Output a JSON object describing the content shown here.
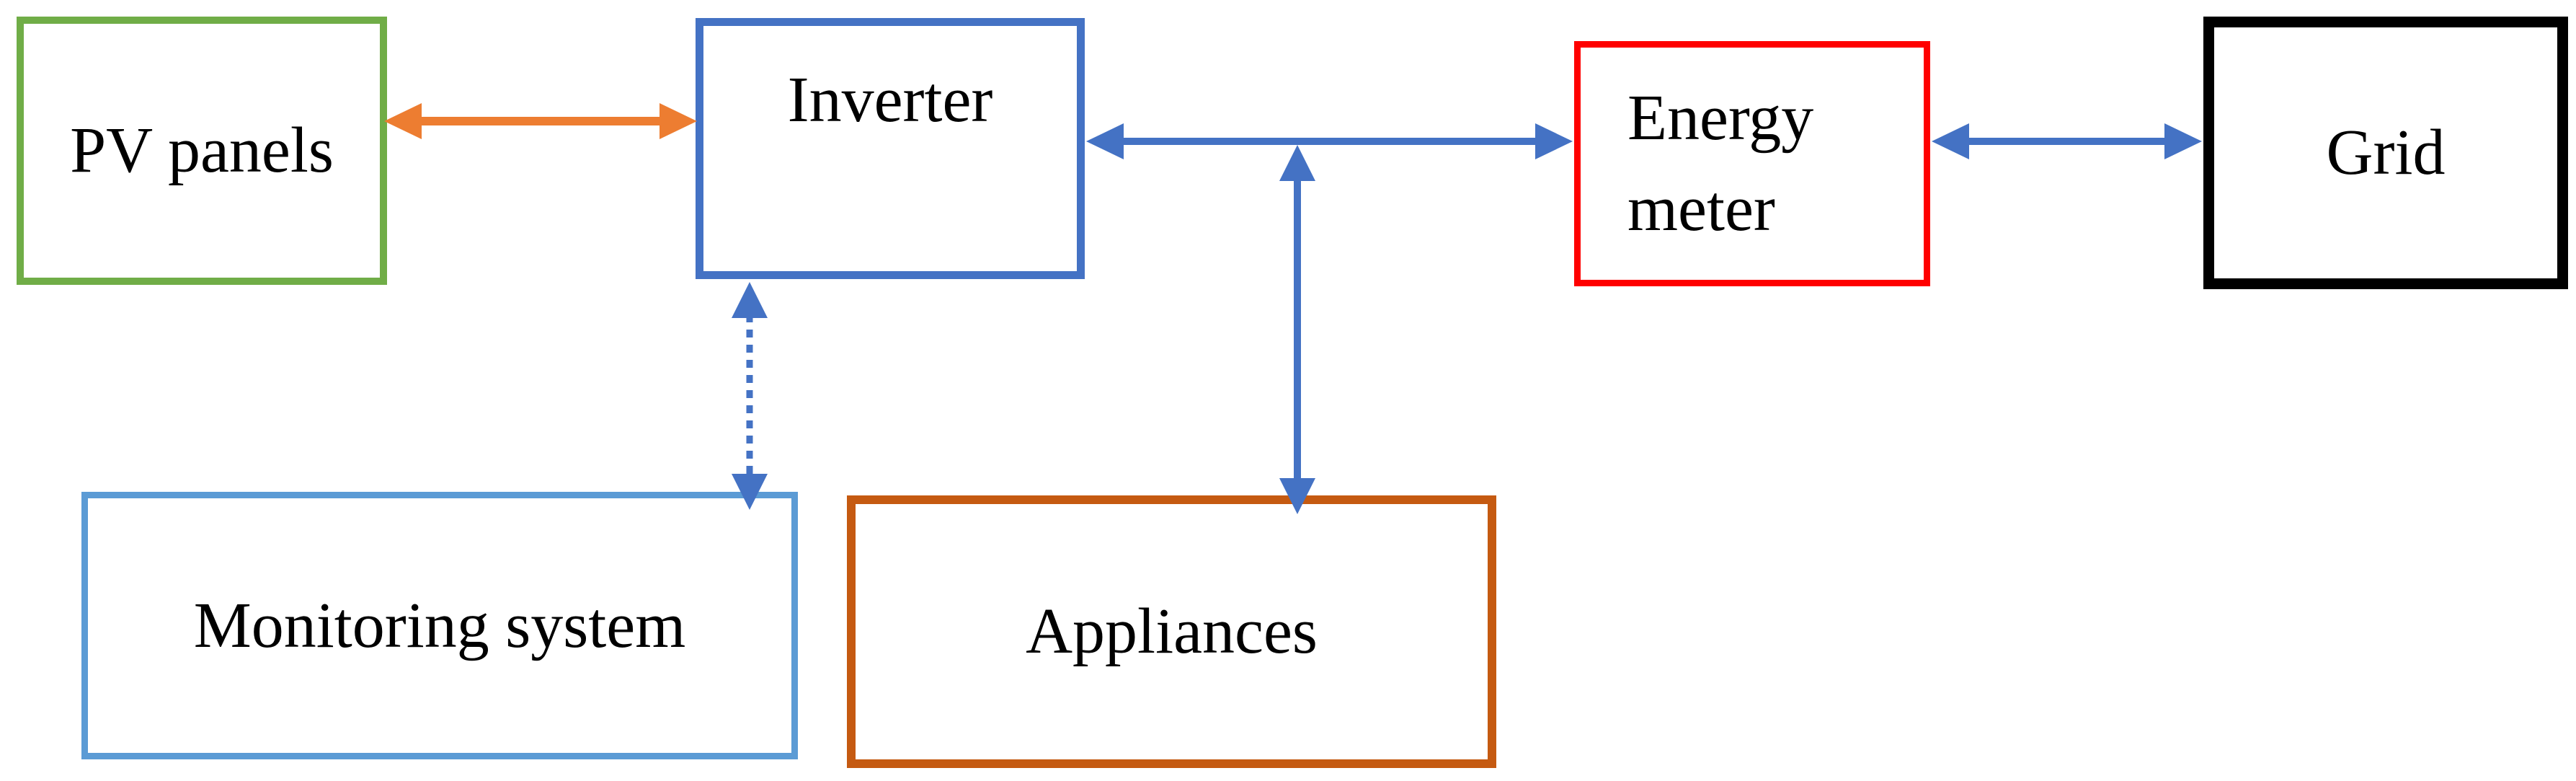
{
  "diagram": {
    "description": "Block diagram of a grid-connected photovoltaic system",
    "background_color": "#FFFFFF",
    "text_color": "#000000",
    "nodes": {
      "pv_panels": {
        "label": "PV panels",
        "border_color": "#70AD47"
      },
      "inverter": {
        "label": "Inverter",
        "border_color": "#4472C4"
      },
      "energy_meter": {
        "label_line1": "Energy",
        "label_line2": "meter",
        "border_color": "#FF0000"
      },
      "grid": {
        "label": "Grid",
        "border_color": "#000000"
      },
      "monitoring_system": {
        "label": "Monitoring system",
        "border_color": "#5B9BD5"
      },
      "appliances": {
        "label": "Appliances",
        "border_color": "#C55A11"
      }
    },
    "edges": [
      {
        "from": "pv_panels",
        "to": "inverter",
        "direction": "bidirectional",
        "line_style": "solid",
        "color": "#ED7D31"
      },
      {
        "from": "inverter",
        "to": "energy_meter",
        "direction": "bidirectional",
        "line_style": "solid",
        "color": "#4472C4"
      },
      {
        "from": "inverter_energy_meter_link",
        "to": "appliances",
        "direction": "bidirectional",
        "line_style": "solid",
        "color": "#4472C4"
      },
      {
        "from": "energy_meter",
        "to": "grid",
        "direction": "bidirectional",
        "line_style": "solid",
        "color": "#4472C4"
      },
      {
        "from": "inverter",
        "to": "monitoring_system",
        "direction": "bidirectional",
        "line_style": "dashed",
        "color": "#4472C4"
      }
    ]
  }
}
